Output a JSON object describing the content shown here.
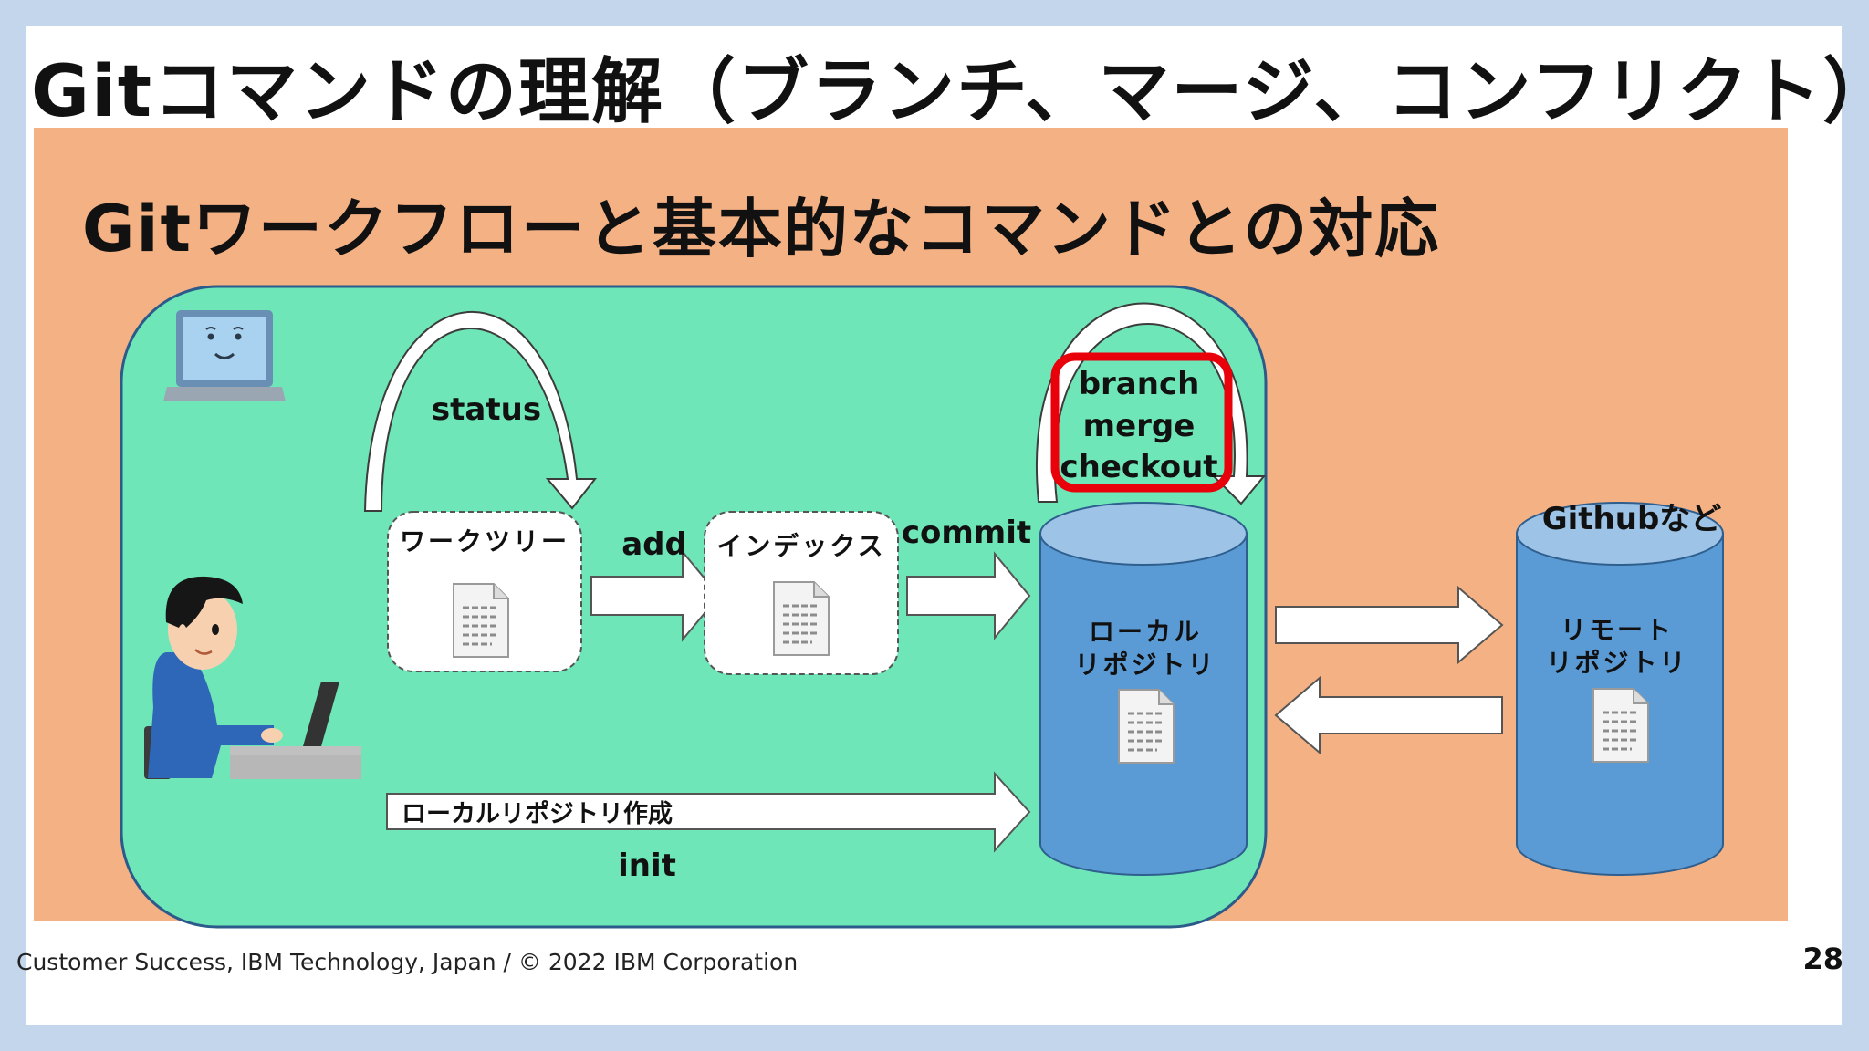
{
  "slide": {
    "title": "Gitコマンドの理解（ブランチ、マージ、コンフリクト）",
    "subtitle": "Gitワークフローと基本的なコマンドとの対応",
    "footer": "Customer Success, IBM Technology, Japan / © 2022 IBM Corporation",
    "page_number": "28"
  },
  "diagram": {
    "status_label": "status",
    "worktree_label": "ワークツリー",
    "add_label": "add",
    "index_label": "インデックス",
    "commit_label": "commit",
    "branch_commands": [
      "branch",
      "merge",
      "checkout"
    ],
    "local_repo_label": [
      "ローカル",
      "リポジトリ"
    ],
    "remote_host_label": "Githubなど",
    "remote_repo_label": [
      "リモート",
      "リポジトリ"
    ],
    "create_repo_label": "ローカルリポジトリ作成",
    "init_label": "init"
  },
  "colors": {
    "background_frame": "#c3d6ec",
    "panel": "#f4b184",
    "workspace": "#6ee6b7",
    "cylinder": "#5b9bd5",
    "cylinder_top": "#9dc3e6",
    "highlight": "#e8000b"
  },
  "icons": [
    "laptop-face-icon",
    "person-at-computer-icon",
    "document-icon"
  ]
}
